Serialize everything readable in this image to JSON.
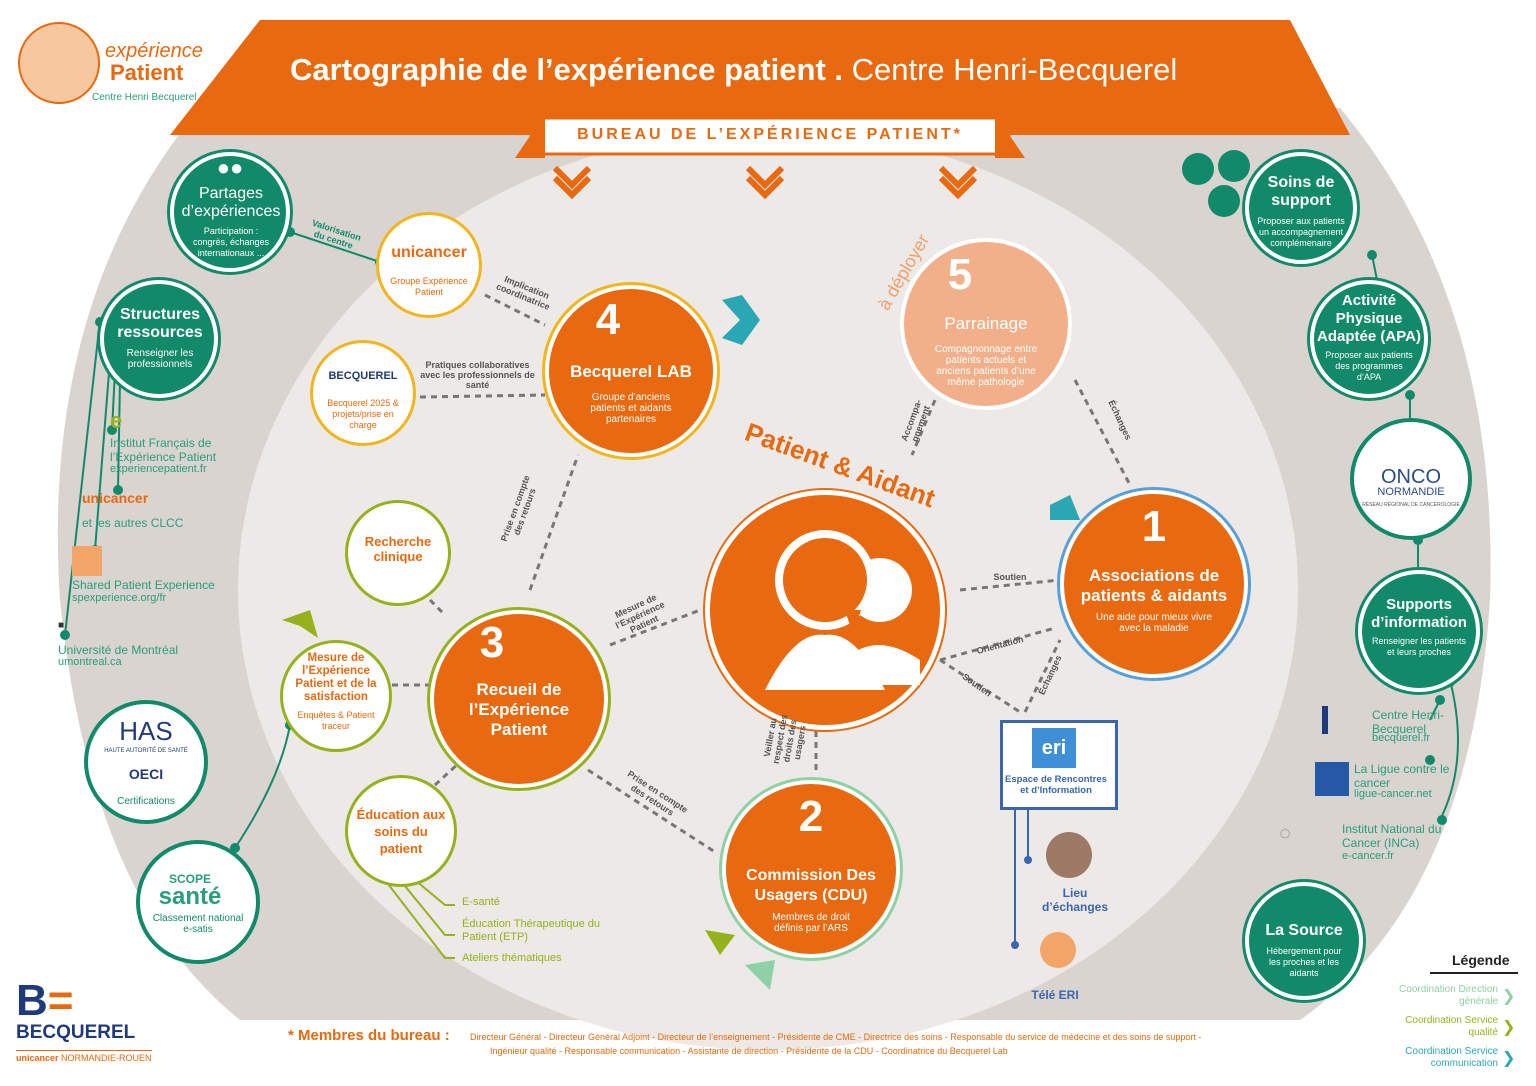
{
  "header": {
    "title_bold": "Cartographie de l’expérience patient .",
    "title_light": "Centre Henri-Becquerel",
    "bureau": "BUREAU DE L’EXPÉRIENCE PATIENT*"
  },
  "logo": {
    "line1": "expérience",
    "line2": "Patient",
    "line3": "Centre Henri Becquerel"
  },
  "center": {
    "title": "Patient & Aidant"
  },
  "nodes": {
    "n1": {
      "num": "1",
      "title": "Associations de patients & aidants",
      "sub": "Une aide pour mieux vivre avec la maladie"
    },
    "n2": {
      "num": "2",
      "title": "Commission Des Usagers (CDU)",
      "sub": "Membres de droit définis par l’ARS"
    },
    "n3": {
      "num": "3",
      "title": "Recueil de l’Expérience Patient"
    },
    "n4": {
      "num": "4",
      "title": "Becquerel LAB",
      "sub": "Groupe d’anciens patients et aidants partenaires"
    },
    "n5": {
      "num": "5",
      "title": "Parrainage",
      "sub": "Compagnonnage entre patients actuels et anciens patients d’une même pathologie",
      "tag": "à déployer"
    }
  },
  "small_nodes": {
    "unicancer": {
      "logo": "unicancer",
      "sub": "Groupe Expérience Patient"
    },
    "becquerel": {
      "logo": "BECQUEREL",
      "sub": "Becquerel 2025 & projets/prise en charge"
    },
    "recherche": {
      "title": "Recherche clinique"
    },
    "mesure": {
      "title": "Mesure de l’Expérience Patient et de la satisfaction",
      "sub": "Enquêtes & Patient traceur"
    },
    "education": {
      "title": "Éducation aux soins du patient"
    }
  },
  "education_items": [
    "E-santé",
    "Éducation Thérapeutique du Patient (ETP)",
    "Ateliers thématiques"
  ],
  "links": {
    "implication": "Implication coordinatrice",
    "pratiques": "Pratiques collaboratives avec les professionnels de santé",
    "prise1": "Prise en compte des retours",
    "mesure": "Mesure de l’Expérience Patient",
    "prise2": "Prise en compte des retours",
    "veiller": "Veiller au respect des droits des usagers",
    "soutien1": "Soutien",
    "orientation": "Orientation",
    "soutien2": "Soutien",
    "echanges1": "Échanges",
    "accomp": "Accompa- gnement",
    "echanges2": "Échanges",
    "valorisation": "Valorisation du centre"
  },
  "left": {
    "partages": {
      "title": "Partages d’expériences",
      "sub": "Participation : congrès, échanges internationaux ..."
    },
    "structures": {
      "title": "Structures ressources",
      "sub": "Renseigner les professionnels"
    },
    "refs": [
      {
        "name": "Institut Français de l’Expérience Patient",
        "url": "experiencepatient.fr"
      },
      {
        "name": "et les autres CLCC",
        "url": ""
      },
      {
        "name": "Shared Patient Experience",
        "url": "spexperience.org/fr"
      },
      {
        "name": "Université de Montréal",
        "url": "umontreal.ca"
      }
    ],
    "has": {
      "logo": "HAS",
      "sub1": "HAUTE AUTORITÉ DE SANTÉ",
      "oeci": "OECI",
      "label": "Certifications"
    },
    "scope": {
      "logo1": "SCOPE",
      "logo2": "santé",
      "label": "Classement national e-satis"
    }
  },
  "right": {
    "soins": {
      "title": "Soins de support",
      "sub": "Proposer aux patients un accompagnement complémenaire"
    },
    "apa": {
      "title": "Activité Physique Adaptée (APA)",
      "sub": "Proposer aux patients des programmes d’APA"
    },
    "onco": {
      "l1": "ONCO",
      "l2": "NORMANDIE",
      "l3": "RÉSEAU RÉGIONAL DE CANCÉROLOGIE"
    },
    "supports": {
      "title": "Supports d’information",
      "sub": "Renseigner les patients et leurs proches"
    },
    "refs": [
      {
        "name": "Centre Henri-Becquerel",
        "url": "becquerel.fr"
      },
      {
        "name": "La Ligue contre le cancer",
        "url": "ligue-cancer.net"
      },
      {
        "name": "Institut National du Cancer (INCa)",
        "url": "e-cancer.fr"
      }
    ],
    "source": {
      "title": "La Source",
      "sub": "Hébergement pour les proches et les aidants"
    }
  },
  "eri": {
    "logo": "eri",
    "title": "Espace de Rencontres et d’Information",
    "lieu": "Lieu d’échanges",
    "tele": "Télé ERI"
  },
  "legend": {
    "title": "Légende",
    "items": [
      {
        "label": "Coordination Direction générale",
        "color": "#8fd0a6"
      },
      {
        "label": "Coordination Service qualité",
        "color": "#95b21d"
      },
      {
        "label": "Coordination Service communication",
        "color": "#2aa7b3"
      }
    ]
  },
  "footer": {
    "label": "* Membres du bureau :",
    "line1": "Directeur Général - Directeur Général Adjoint - Directeur de l’enseignement - Présidente de CME - Directrice des soins - Responsable du service de médecine et des soins de support -",
    "line2": "Ingénieur qualité - Responsable communication - Assistante de direction - Présidente de la CDU - Coordinatrice du Becquerel Lab"
  },
  "brand": {
    "name": "BECQUEREL",
    "sub1": "unicancer",
    "sub2": "NORMANDIE-ROUEN"
  },
  "colors": {
    "orange": "#e8690f",
    "green": "#128a6a",
    "gray": "#d9d4d0",
    "light": "#ece9e6"
  }
}
